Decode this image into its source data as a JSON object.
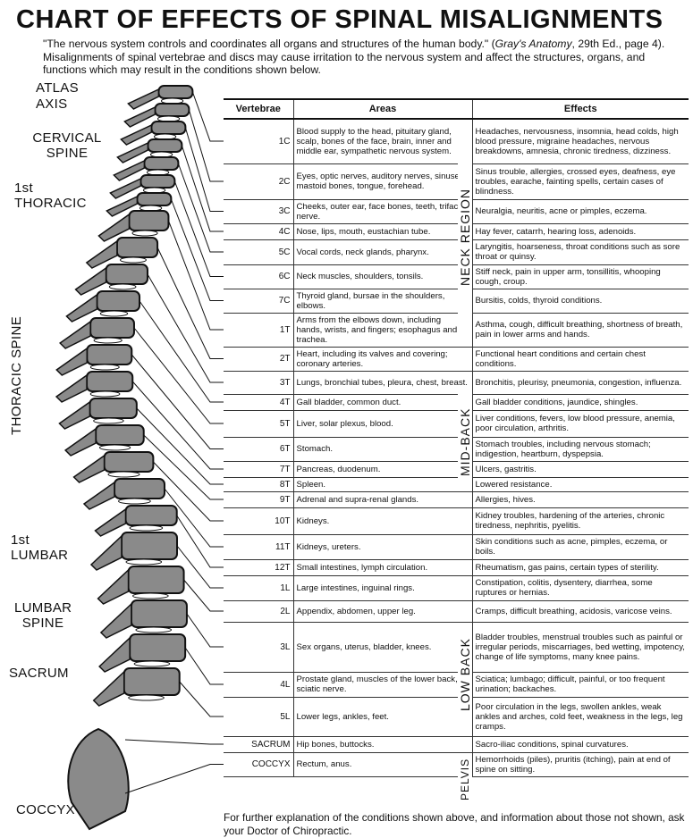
{
  "title": "CHART OF EFFECTS OF SPINAL MISALIGNMENTS",
  "intro": {
    "part1": "\"The nervous system controls and coordinates all organs and structures of the human body.\" (",
    "source": "Gray's Anatomy",
    "part2": ", 29th Ed., page 4). Misalignments of spinal vertebrae and discs may cause irritation to the nervous system and affect the structures, organs, and functions which may result in the conditions shown below."
  },
  "spine_labels": {
    "atlas": "ATLAS",
    "axis": "AXIS",
    "cervical_1": "CERVICAL",
    "cervical_2": "SPINE",
    "thoracic1_1": "1st",
    "thoracic1_2": "THORACIC",
    "thoracic_spine": "THORACIC SPINE",
    "lumbar1_1": "1st",
    "lumbar1_2": "LUMBAR",
    "lumbar_1": "LUMBAR",
    "lumbar_2": "SPINE",
    "sacrum": "SACRUM",
    "coccyx": "COCCYX"
  },
  "table": {
    "headers": {
      "vertebrae": "Vertebrae",
      "areas": "Areas",
      "effects": "Effects"
    },
    "rows": [
      {
        "v": "1C",
        "area": "Blood supply to the head, pituitary gland, scalp, bones of the face, brain, inner and middle ear, sympathetic nervous system.",
        "effect": "Headaches, nervousness, insomnia, head colds, high blood pressure, migraine headaches, nervous breakdowns, amnesia, chronic tiredness, dizziness."
      },
      {
        "v": "2C",
        "area": "Eyes, optic nerves, auditory nerves, sinuses, mastoid bones, tongue, forehead.",
        "effect": "Sinus trouble, allergies, crossed eyes, deafness, eye troubles, earache, fainting spells, certain cases of blindness."
      },
      {
        "v": "3C",
        "area": "Cheeks, outer ear, face bones, teeth, trifacial nerve.",
        "effect": "Neuralgia, neuritis, acne or pimples, eczema."
      },
      {
        "v": "4C",
        "area": "Nose, lips, mouth, eustachian tube.",
        "effect": "Hay fever, catarrh, hearing loss, adenoids."
      },
      {
        "v": "5C",
        "area": "Vocal cords, neck glands, pharynx.",
        "effect": "Laryngitis, hoarseness, throat conditions such as sore throat or quinsy."
      },
      {
        "v": "6C",
        "area": "Neck muscles, shoulders, tonsils.",
        "effect": "Stiff neck, pain in upper arm, tonsillitis, whooping cough, croup."
      },
      {
        "v": "7C",
        "area": "Thyroid gland, bursae in the shoulders, elbows.",
        "effect": "Bursitis, colds, thyroid conditions."
      },
      {
        "v": "1T",
        "area": "Arms from the elbows down, including hands, wrists, and fingers; esophagus and trachea.",
        "effect": "Asthma, cough, difficult breathing, shortness of breath, pain in lower arms and hands."
      },
      {
        "v": "2T",
        "area": "Heart, including its valves and covering; coronary arteries.",
        "effect": "Functional heart conditions and certain chest conditions."
      },
      {
        "v": "3T",
        "area": "Lungs, bronchial tubes, pleura, chest, breast.",
        "effect": "Bronchitis, pleurisy, pneumonia, congestion, influenza."
      },
      {
        "v": "4T",
        "area": "Gall bladder, common duct.",
        "effect": "Gall bladder conditions, jaundice, shingles."
      },
      {
        "v": "5T",
        "area": "Liver, solar plexus, blood.",
        "effect": "Liver conditions, fevers, low blood pressure, anemia, poor circulation, arthritis."
      },
      {
        "v": "6T",
        "area": "Stomach.",
        "effect": "Stomach troubles, including nervous stomach; indigestion, heartburn, dyspepsia."
      },
      {
        "v": "7T",
        "area": "Pancreas, duodenum.",
        "effect": "Ulcers, gastritis."
      },
      {
        "v": "8T",
        "area": "Spleen.",
        "effect": "Lowered resistance."
      },
      {
        "v": "9T",
        "area": "Adrenal and supra-renal glands.",
        "effect": "Allergies, hives."
      },
      {
        "v": "10T",
        "area": "Kidneys.",
        "effect": "Kidney troubles, hardening of the arteries, chronic tiredness, nephritis, pyelitis."
      },
      {
        "v": "11T",
        "area": "Kidneys, ureters.",
        "effect": "Skin conditions such as acne, pimples, eczema, or boils."
      },
      {
        "v": "12T",
        "area": "Small intestines, lymph circulation.",
        "effect": "Rheumatism, gas pains, certain types of sterility."
      },
      {
        "v": "1L",
        "area": "Large intestines, inguinal rings.",
        "effect": "Constipation, colitis, dysentery, diarrhea, some ruptures or hernias."
      },
      {
        "v": "2L",
        "area": "Appendix, abdomen, upper leg.",
        "effect": "Cramps, difficult breathing, acidosis, varicose veins."
      },
      {
        "v": "3L",
        "area": "Sex organs, uterus, bladder, knees.",
        "effect": "Bladder troubles, menstrual troubles such as painful or irregular periods, miscarriages, bed wetting, impotency, change of life symptoms, many knee pains."
      },
      {
        "v": "4L",
        "area": "Prostate gland, muscles of the lower back, sciatic nerve.",
        "effect": "Sciatica; lumbago; difficult, painful, or too frequent urination; backaches."
      },
      {
        "v": "5L",
        "area": "Lower legs, ankles, feet.",
        "effect": "Poor circulation in the legs, swollen ankles, weak ankles and arches, cold feet, weakness in the legs, leg cramps."
      },
      {
        "v": "SACRUM",
        "area": "Hip bones, buttocks.",
        "effect": "Sacro-iliac conditions, spinal curvatures."
      },
      {
        "v": "COCCYX",
        "area": "Rectum, anus.",
        "effect": "Hemorrhoids (piles), pruritis (itching), pain at end of spine on sitting."
      }
    ]
  },
  "regions": {
    "neck": "NECK REGION",
    "mid_back": "MID-BACK",
    "low_back": "LOW BACK",
    "pelvis": "PELVIS"
  },
  "footer": "For further explanation of the conditions shown above, and information about those not shown, ask your Doctor of Chiropractic."
}
